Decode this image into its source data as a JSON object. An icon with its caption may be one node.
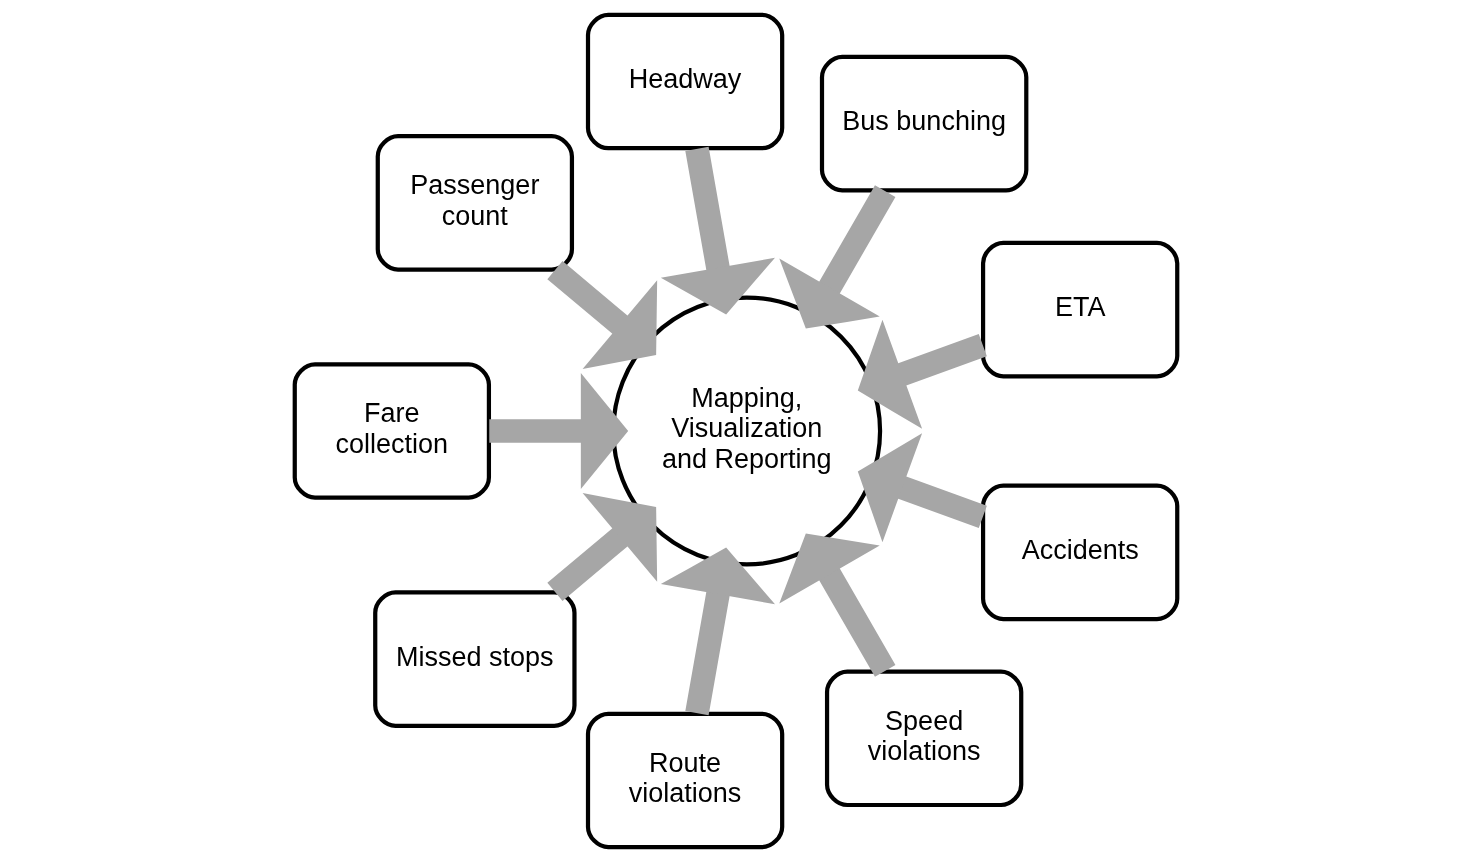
{
  "diagram": {
    "nodes": [
      {
        "text": [
          "ETA"
        ]
      },
      {
        "text": [
          "Bus bunching"
        ]
      },
      {
        "text": [
          "Headway"
        ]
      },
      {
        "text": [
          "Passenger count"
        ]
      },
      {
        "text": [
          "Fare collection"
        ]
      },
      {
        "text": [
          "Missed stops"
        ]
      },
      {
        "text": [
          "Route violations"
        ]
      },
      {
        "text": [
          "Speed violations"
        ]
      },
      {
        "text": [
          "Accidents"
        ]
      },
      {
        "text": [
          "Mapping, Visualization and Reporting"
        ]
      }
    ],
    "edges": [
      {
        "from": 0,
        "to": 9,
        "arrow": "to"
      },
      {
        "from": 1,
        "to": 9,
        "arrow": "to"
      },
      {
        "from": 2,
        "to": 9,
        "arrow": "to"
      },
      {
        "from": 3,
        "to": 9,
        "arrow": "to"
      },
      {
        "from": 4,
        "to": 9,
        "arrow": "to"
      },
      {
        "from": 5,
        "to": 9,
        "arrow": "to"
      },
      {
        "from": 6,
        "to": 9,
        "arrow": "to"
      },
      {
        "from": 7,
        "to": 9,
        "arrow": "to"
      },
      {
        "from": 8,
        "to": 9,
        "arrow": "to"
      }
    ]
  }
}
